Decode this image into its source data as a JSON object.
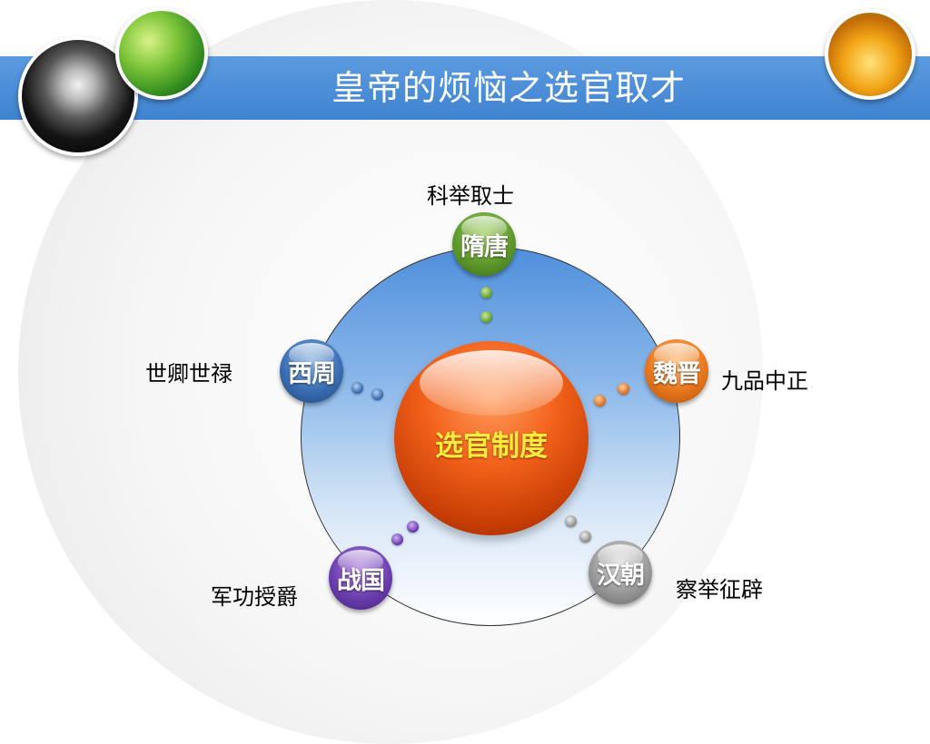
{
  "title": "皇帝的烦恼之选官取才",
  "center": {
    "label": "选官制度"
  },
  "nodes": [
    {
      "id": "suitang",
      "label": "隋唐",
      "system": "科举取士",
      "color": "#5f9a2c"
    },
    {
      "id": "weijin",
      "label": "魏晋",
      "system": "九品中正",
      "color": "#e8781e"
    },
    {
      "id": "hanchao",
      "label": "汉朝",
      "system": "察举征辟",
      "color": "#9a9a9a"
    },
    {
      "id": "zhanguo",
      "label": "战国",
      "system": "军功授爵",
      "color": "#6c3fb0"
    },
    {
      "id": "xizhou",
      "label": "西周",
      "system": "世卿世禄",
      "color": "#3b6fb3"
    }
  ],
  "colors": {
    "title_bar": "#4a8ed8",
    "center_ball": "#f2611a",
    "center_label": "#ffeb3b"
  }
}
